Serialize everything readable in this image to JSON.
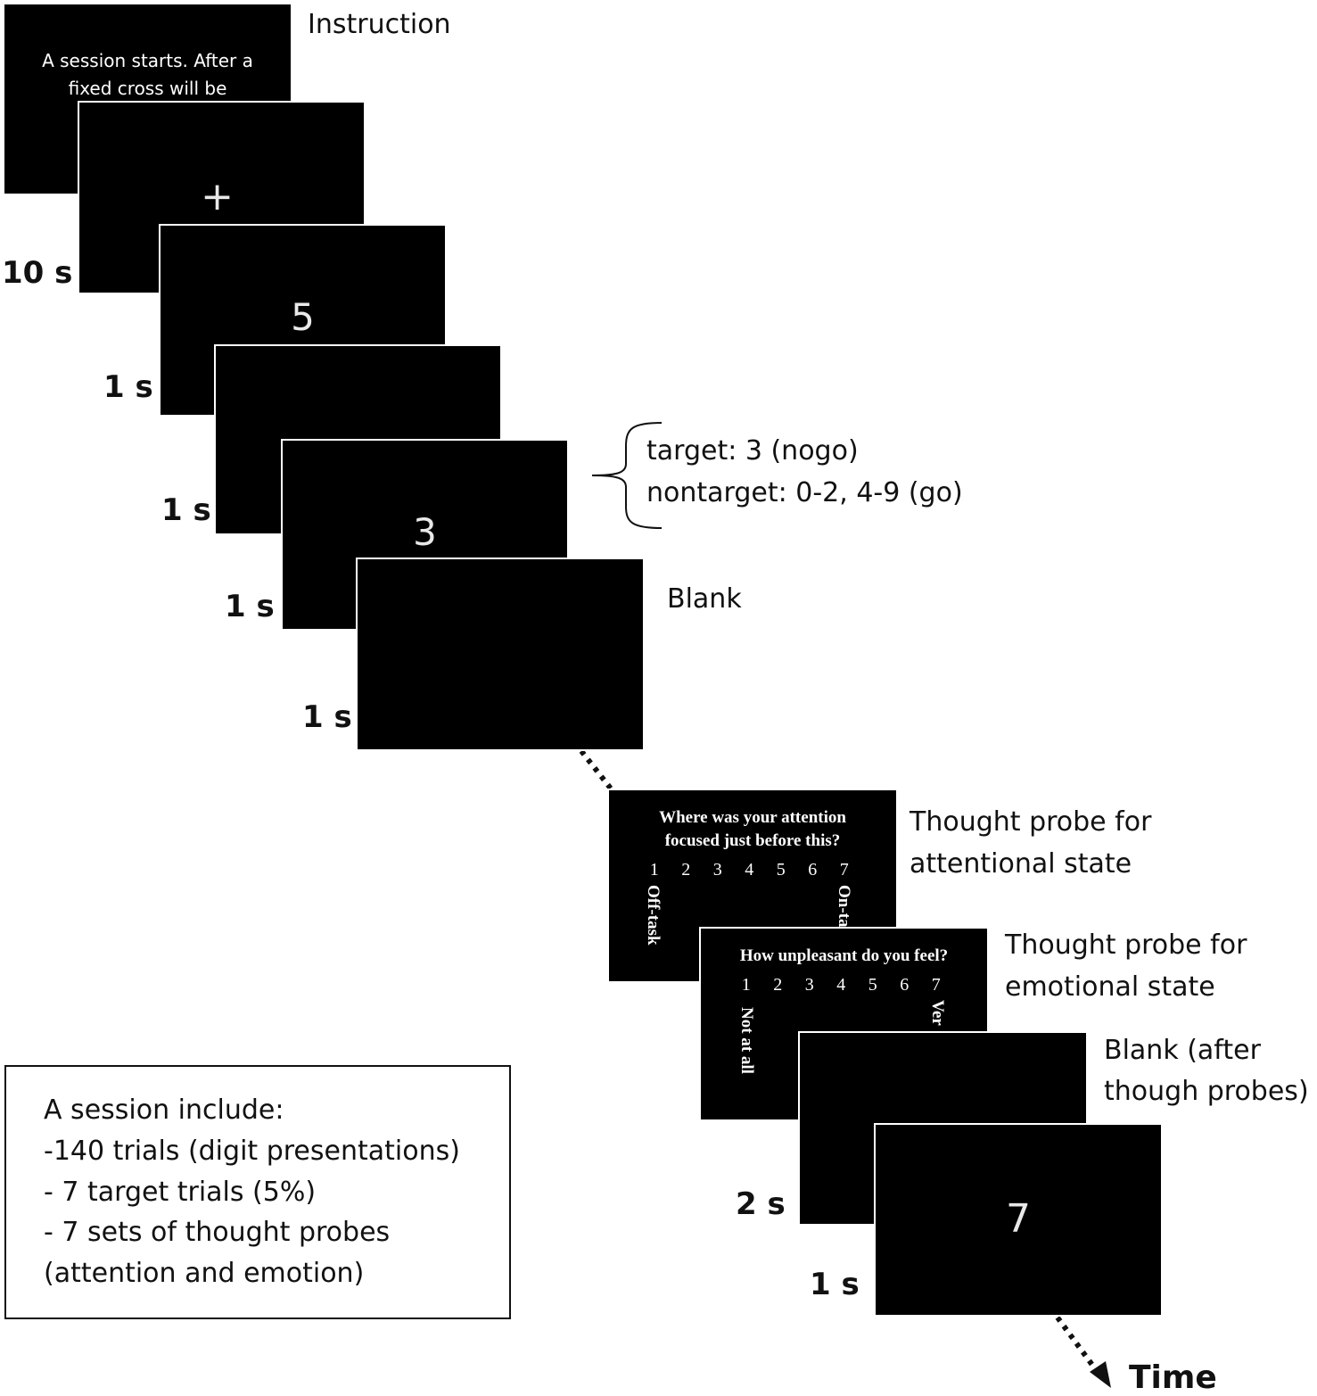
{
  "instruction": {
    "label": "Instruction",
    "screen_text": "A session starts. After a fixed cross will be presented",
    "duration": "10 s"
  },
  "fixation": {
    "symbol": "+",
    "duration": "1 s"
  },
  "digit_trial_1": {
    "digit": "5",
    "duration": "1 s"
  },
  "blank_trial": {
    "duration": "1 s"
  },
  "target_trial": {
    "digit": "3",
    "duration": "1 s"
  },
  "target_note": {
    "line1": "target: 3 (nogo)",
    "line2": "nontarget: 0-2, 4-9 (go)"
  },
  "blank_screen": {
    "label": "Blank",
    "duration": ""
  },
  "probe_attention": {
    "label_line1": "Thought probe for",
    "label_line2": "attentional state",
    "question_line1": "Where was your attention",
    "question_line2": "focused just before this?",
    "scale": [
      "1",
      "2",
      "3",
      "4",
      "5",
      "6",
      "7"
    ],
    "left_anchor": "Off-task",
    "right_anchor": "On-ta"
  },
  "probe_emotion": {
    "label_line1": "Thought probe for",
    "label_line2": "emotional state",
    "question": "How unpleasant do you feel?",
    "scale": [
      "1",
      "2",
      "3",
      "4",
      "5",
      "6",
      "7"
    ],
    "left_anchor": "Not at all",
    "right_anchor": "Ver",
    "duration": "2 s"
  },
  "blank_after_probes": {
    "label_line1": "Blank (after",
    "label_line2": "though probes)",
    "duration": "1 s"
  },
  "final_trial": {
    "digit": "7"
  },
  "time_axis": {
    "label": "Time"
  },
  "summary": {
    "line1": "A session include:",
    "line2": "-140 trials (digit presentations)",
    "line3": "- 7 target trials (5%)",
    "line4": "- 7 sets of thought probes",
    "line5": "(attention and emotion)"
  },
  "colors": {
    "screen": "#000000",
    "screen_text": "#ffffff",
    "label_text": "#111111"
  }
}
